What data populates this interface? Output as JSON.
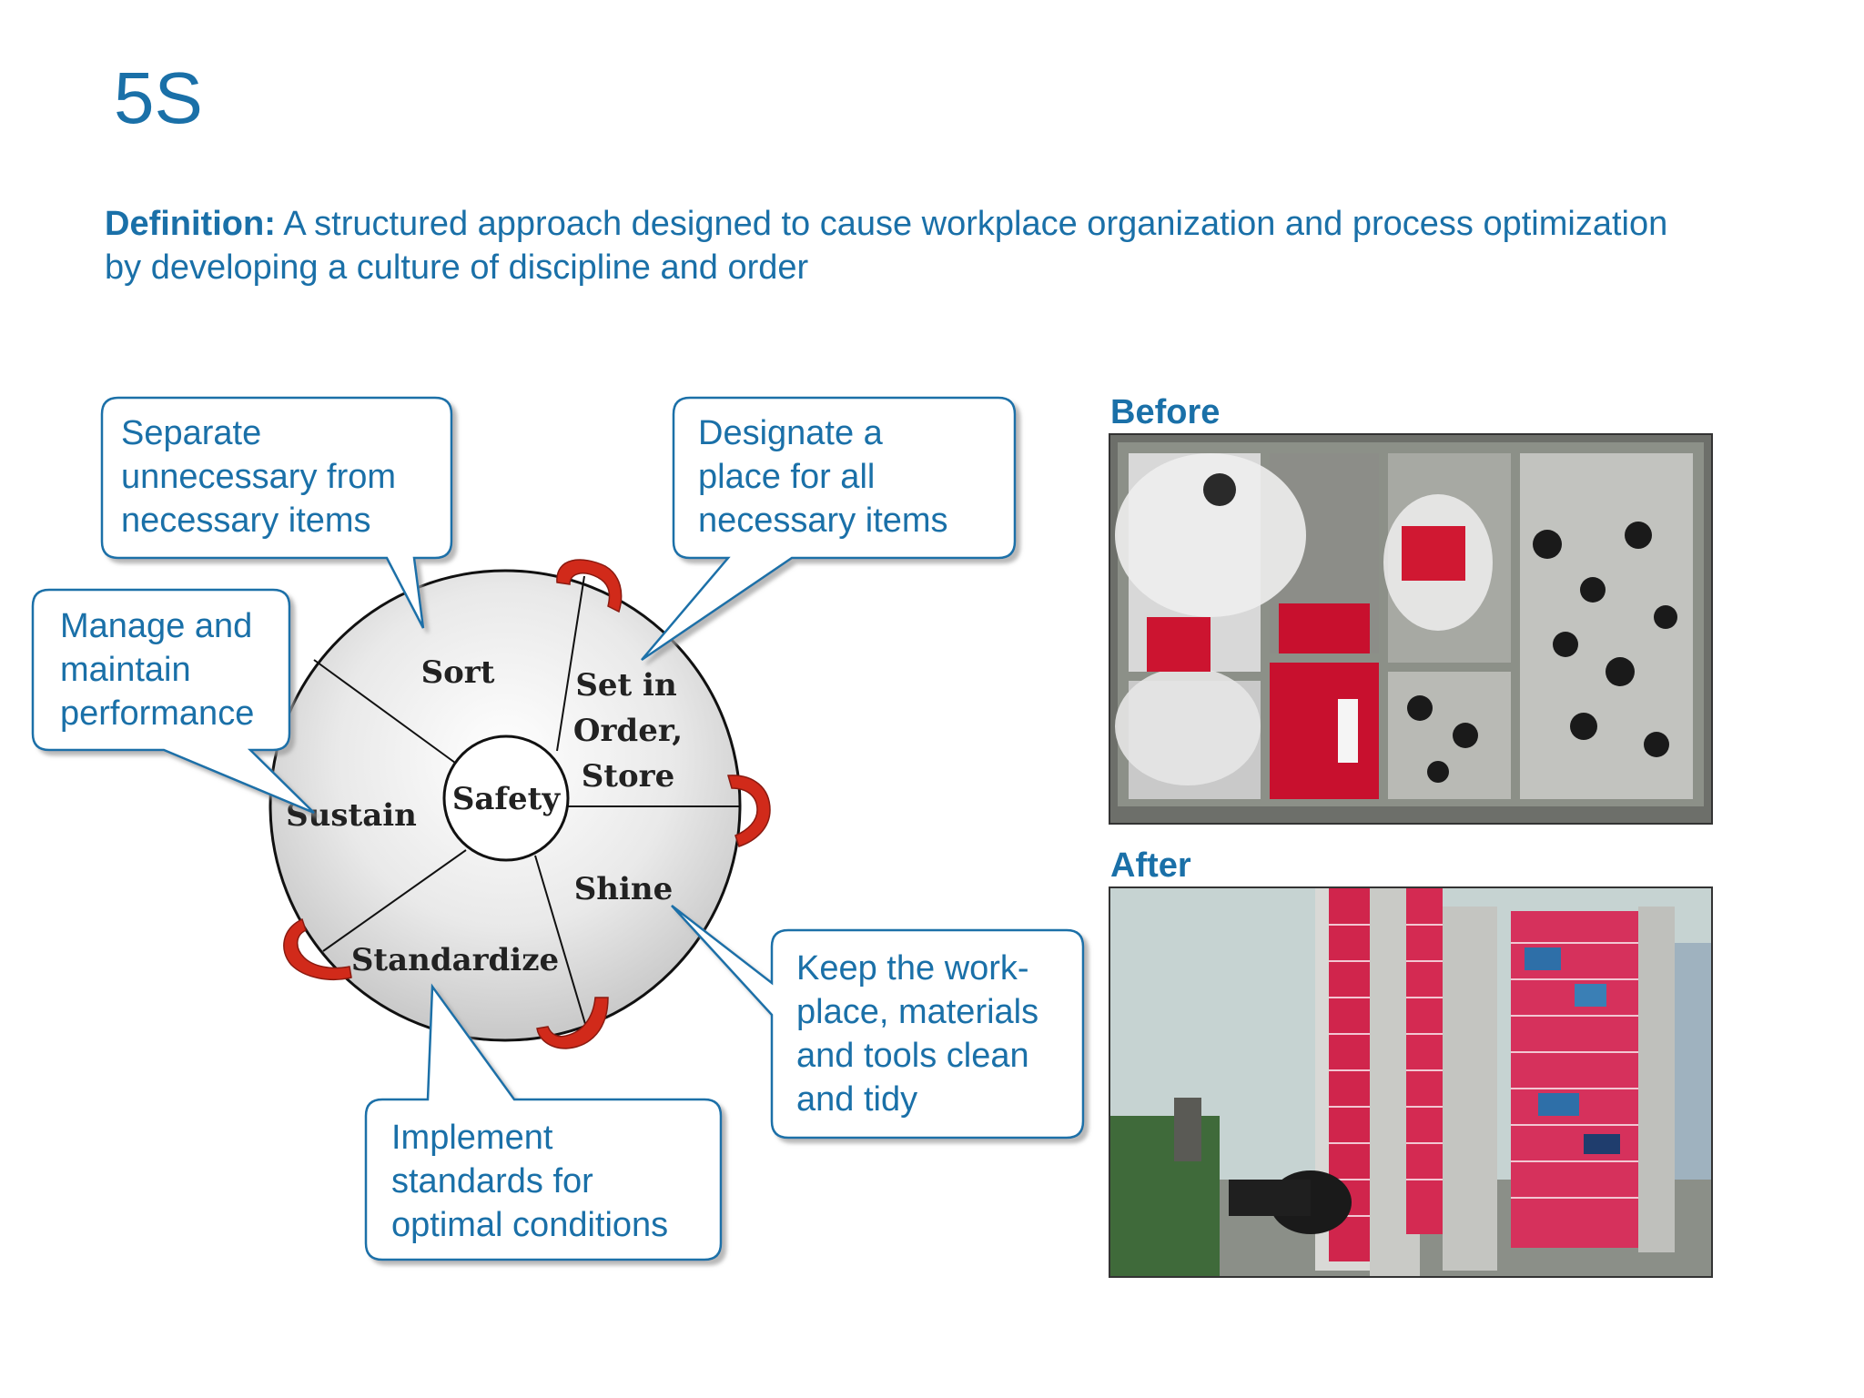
{
  "slide": {
    "title": "5S",
    "definition_label": "Definition:",
    "definition_text": "A structured approach designed to cause workplace organization and process optimization by developing a culture of discipline and order"
  },
  "wheel": {
    "center": "Safety",
    "segments": {
      "sort": "Sort",
      "set_in_order": [
        "Set in",
        "Order,",
        "Store"
      ],
      "shine": "Shine",
      "standardize": "Standardize",
      "sustain": "Sustain"
    }
  },
  "callouts": {
    "sort": [
      "Separate",
      "unnecessary from",
      "necessary items"
    ],
    "set_in_order": [
      "Designate a",
      "place for all",
      "necessary items"
    ],
    "sustain": [
      "Manage and",
      "maintain",
      "performance"
    ],
    "shine": [
      "Keep the work-",
      "place, materials",
      "and tools clean",
      "and tidy"
    ],
    "standardize": [
      "Implement",
      "standards for",
      "optimal conditions"
    ]
  },
  "photos": {
    "before_label": "Before",
    "after_label": "After"
  },
  "colors": {
    "accent": "#1a70a8",
    "arrow": "#d12a1a",
    "wheel_fill": "#e6e6e6"
  }
}
